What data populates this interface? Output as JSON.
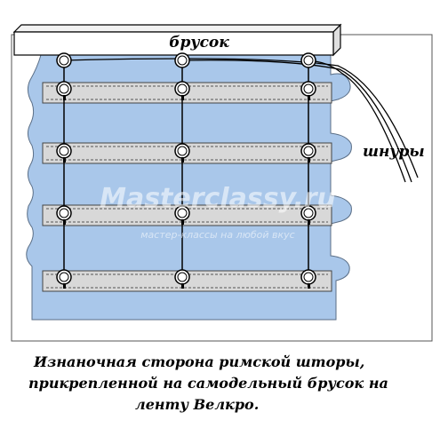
{
  "labels": {
    "bar": "брусок",
    "cords": "шнуры",
    "watermark_main": "Masterclassy.ru",
    "watermark_sub": "мастер-классы на любой вкус"
  },
  "caption": {
    "line1": "Изнаночная сторона римской шторы,",
    "line2": "прикрепленной на самодельный брусок на",
    "line3": "ленту Велкро."
  },
  "colors": {
    "fabric": "#a9c7ea",
    "slat": "#d8d8d8",
    "cord": "#000000",
    "frame": "#555555"
  },
  "structure": {
    "rings_on_bar": 3,
    "slats": 4,
    "ring_columns": 3
  }
}
